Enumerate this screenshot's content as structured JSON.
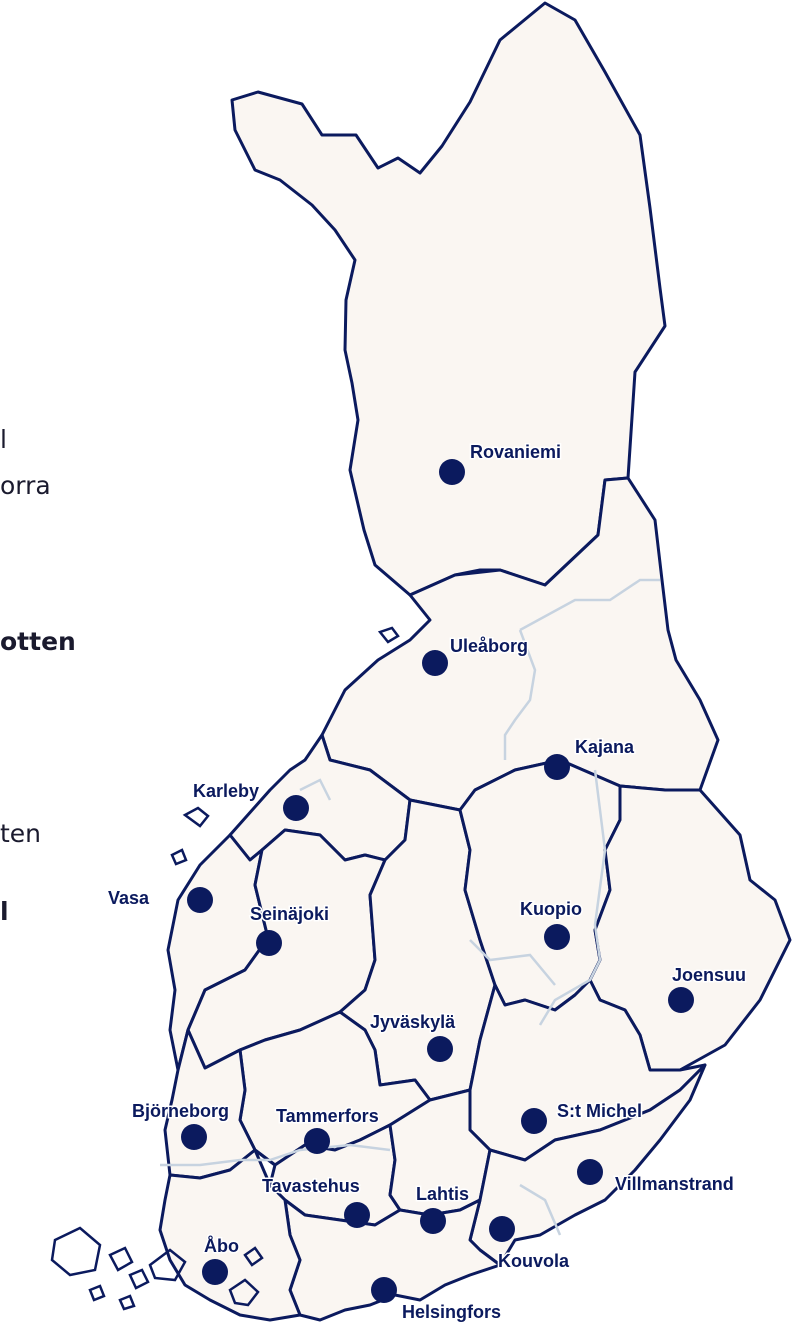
{
  "side_text": [
    {
      "text": "l",
      "bold": false
    },
    {
      "text": "orra",
      "bold": false
    },
    {
      "text": "otten",
      "bold": true
    },
    {
      "text": "ten",
      "bold": false
    },
    {
      "text": "l",
      "bold": true
    }
  ],
  "colors": {
    "land": "#faf6f2",
    "border": "#0b1a5e",
    "subregion_border": "#c7d3e0",
    "city": "#0b1a5e"
  },
  "cities": [
    {
      "name": "Rovaniemi"
    },
    {
      "name": "Uleåborg"
    },
    {
      "name": "Kajana"
    },
    {
      "name": "Karleby"
    },
    {
      "name": "Vasa"
    },
    {
      "name": "Seinäjoki"
    },
    {
      "name": "Kuopio"
    },
    {
      "name": "Joensuu"
    },
    {
      "name": "Jyväskylä"
    },
    {
      "name": "Björneborg"
    },
    {
      "name": "Tammerfors"
    },
    {
      "name": "S:t Michel"
    },
    {
      "name": "Tavastehus"
    },
    {
      "name": "Lahtis"
    },
    {
      "name": "Villmanstrand"
    },
    {
      "name": "Åbo"
    },
    {
      "name": "Kouvola"
    },
    {
      "name": "Helsingfors"
    }
  ]
}
